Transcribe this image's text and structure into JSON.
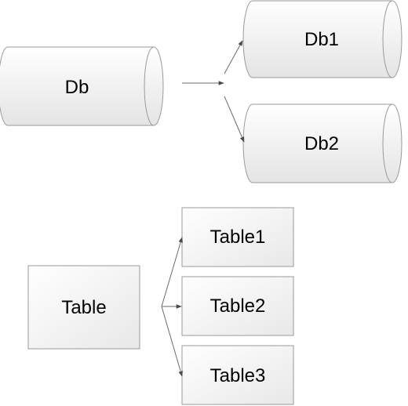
{
  "diagram": {
    "source_db": {
      "label": "Db"
    },
    "target_dbs": [
      {
        "label": "Db1"
      },
      {
        "label": "Db2"
      }
    ],
    "source_table": {
      "label": "Table"
    },
    "target_tables": [
      {
        "label": "Table1"
      },
      {
        "label": "Table2"
      },
      {
        "label": "Table3"
      }
    ]
  },
  "colors": {
    "shape_fill_light": "#ffffff",
    "shape_fill_dark": "#e6e6e6",
    "shape_stroke": "#9a9a9a",
    "connector": "#6b6b6b",
    "text": "#000000"
  }
}
